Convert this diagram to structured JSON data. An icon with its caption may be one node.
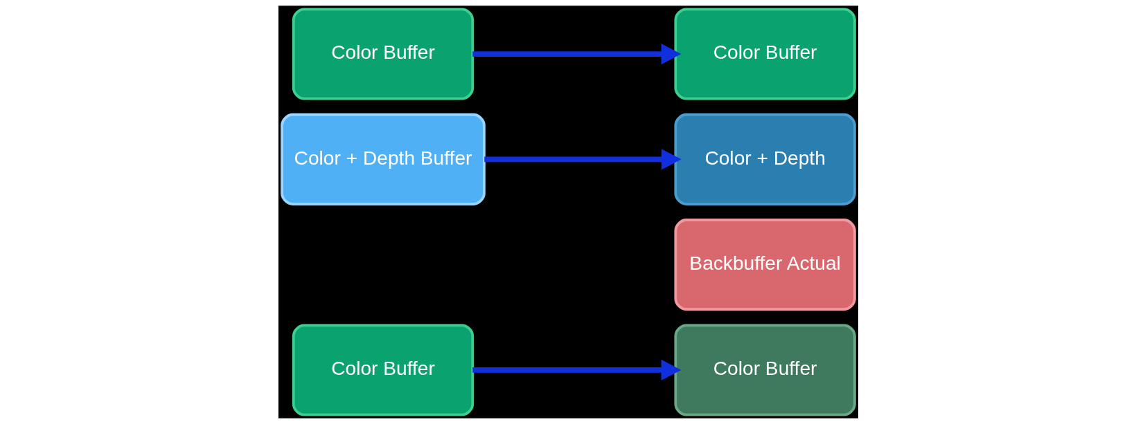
{
  "diagram": {
    "nodes": [
      {
        "text": [
          "Color Buffer"
        ]
      },
      {
        "text": [
          "Color + Depth Buffer"
        ]
      },
      {
        "text": [
          "Color Buffer"
        ]
      },
      {
        "text": [
          "Color Buffer"
        ]
      },
      {
        "text": [
          "Color + Depth"
        ]
      },
      {
        "text": [
          "Backbuffer Actual"
        ]
      },
      {
        "text": [
          "Color Buffer"
        ]
      }
    ],
    "edges": [
      {
        "from": 0,
        "to": 3,
        "arrow": "to"
      },
      {
        "from": 1,
        "to": 4,
        "arrow": "to"
      },
      {
        "from": 2,
        "to": 6,
        "arrow": "to"
      }
    ]
  }
}
